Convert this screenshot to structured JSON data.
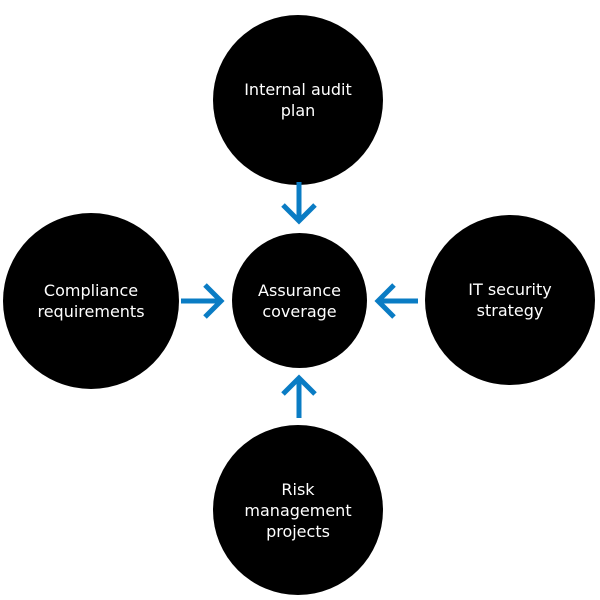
{
  "accent_color": "#0a7cc4",
  "nodes": {
    "center": [
      "Assurance",
      "coverage"
    ],
    "top": [
      "Internal audit",
      "plan"
    ],
    "left": [
      "Compliance",
      "requirements"
    ],
    "right": [
      "IT",
      "security",
      "strategy"
    ],
    "bottom": [
      "Risk",
      "management",
      "projects"
    ]
  }
}
